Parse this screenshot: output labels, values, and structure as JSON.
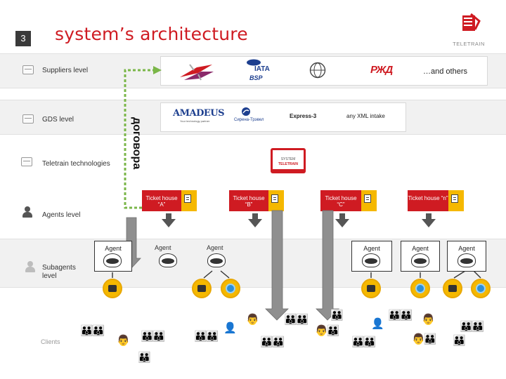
{
  "header": {
    "slide_number": "3",
    "title": "system’s architecture"
  },
  "logo": {
    "text": "TELETRAIN"
  },
  "levels": {
    "suppliers": "Suppliers level",
    "gds": "GDS level",
    "teletrain": "Teletrain technologies",
    "agents": "Agents level",
    "subagents": "Subagents level",
    "clients": "Clients"
  },
  "suppliers": {
    "iata_top": "IATA",
    "iata_bottom": "BSP",
    "rzd": "РЖД",
    "others": "…and others"
  },
  "gds": {
    "amadeus": "AMADEUS",
    "amadeus_sub": "Your technology partner",
    "sirena": "Сирена-Трэвел",
    "express3": "Express-3",
    "xml": "any XML intake"
  },
  "contract_label": "договора",
  "center_box": {
    "line1": "SYSTEM",
    "line2": "TELETRAIN"
  },
  "ticket_houses": [
    {
      "label": "Ticket house “A”"
    },
    {
      "label": "Ticket house “B”"
    },
    {
      "label": "Ticket house “C”"
    },
    {
      "label": "Ticket house “n”"
    }
  ],
  "agents": [
    "Agent",
    "Agent",
    "Agent",
    "Agent",
    "Agent",
    "Agent"
  ],
  "icons": {
    "phone": "phone-icon",
    "browser": "internet-explorer-icon",
    "person": "person-icon",
    "crowd": "people-group-icon",
    "document": "document-icon"
  },
  "colors": {
    "brand_red": "#cf1b22",
    "yellow": "#f5b800",
    "gray_arrow": "#8f8f8f",
    "dashed_green": "#7ab648"
  }
}
